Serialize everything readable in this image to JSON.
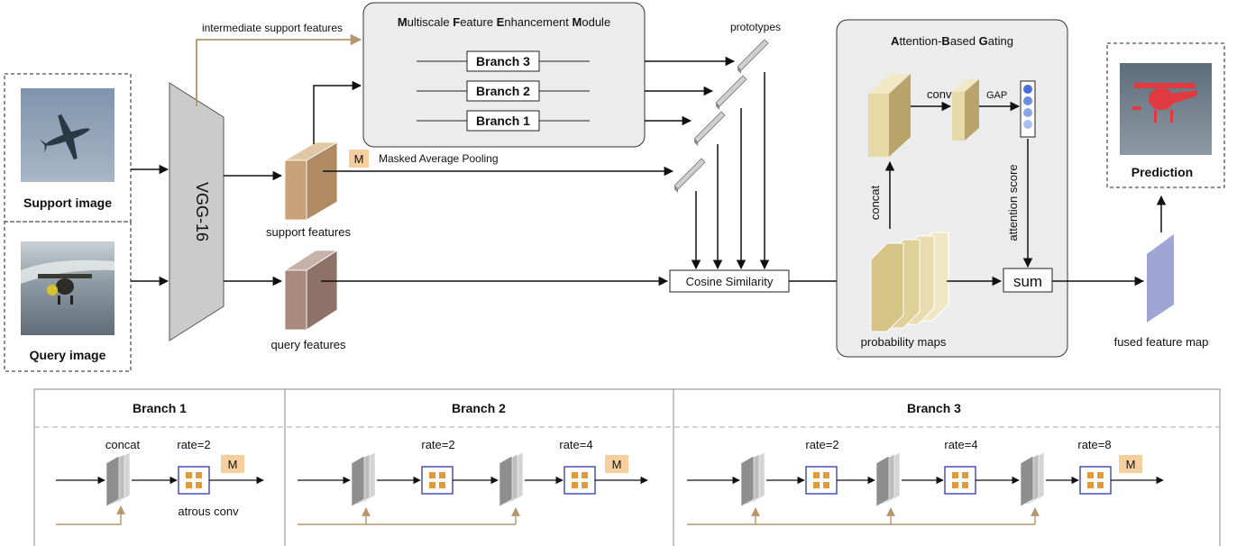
{
  "inputs": {
    "support_label": "Support image",
    "query_label": "Query image",
    "backbone": "VGG-16"
  },
  "features": {
    "support": "support features",
    "query": "query features",
    "intermediate": "intermediate support features",
    "map_label": "Masked Average Pooling",
    "m_badge": "M"
  },
  "mfem": {
    "title_parts": [
      "M",
      "ultiscale ",
      "F",
      "eature ",
      "E",
      "nhancement ",
      "M",
      "odule"
    ],
    "branches": [
      "Branch 3",
      "Branch 2",
      "Branch 1"
    ]
  },
  "prototypes": {
    "label": "prototypes"
  },
  "cosine": {
    "label": "Cosine Similarity"
  },
  "gating": {
    "title_parts": [
      "A",
      "ttention-",
      "B",
      "ased ",
      "G",
      "ating"
    ],
    "conv": "conv",
    "gap": "GAP",
    "concat": "concat",
    "attention": "attention score",
    "sum": "sum",
    "prob_maps": "probability maps"
  },
  "output": {
    "fused": "fused feature map",
    "prediction": "Prediction"
  },
  "details": {
    "branch1": {
      "title": "Branch 1",
      "concat": "concat",
      "rate": "rate=2",
      "atrous": "atrous conv",
      "m": "M"
    },
    "branch2": {
      "title": "Branch 2",
      "rates": [
        "rate=2",
        "rate=4"
      ],
      "m": "M"
    },
    "branch3": {
      "title": "Branch 3",
      "rates": [
        "rate=2",
        "rate=4",
        "rate=8"
      ],
      "m": "M"
    }
  },
  "colors": {
    "tan_arrow": "#b8956a",
    "support_feat": "#c9a27a",
    "query_feat": "#a88a7e",
    "panel_gray": "#ececec",
    "gating_yellow": "#e6d9a8",
    "fused": "#9fa6d6",
    "m_badge": "#f6cf9f",
    "atrous_border": "#3b45b8",
    "atrous_cell": "#e09a3c"
  }
}
